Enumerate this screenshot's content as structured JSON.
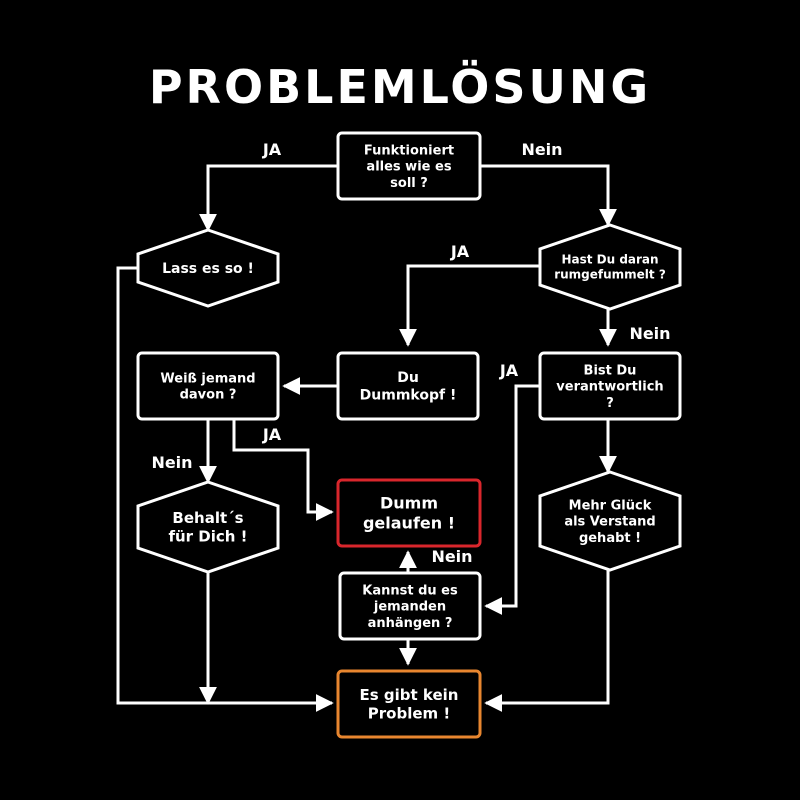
{
  "title": "PROBLEMLÖSUNG",
  "colors": {
    "background": "#000000",
    "stroke": "#ffffff",
    "danger": "#d9262c",
    "result": "#e8862f"
  },
  "nodes": [
    {
      "id": "n1",
      "shape": "rect",
      "lines": [
        "Funktioniert",
        "alles wie es",
        "soll ?"
      ]
    },
    {
      "id": "n2",
      "shape": "hexagon",
      "lines": [
        "Lass es so !"
      ]
    },
    {
      "id": "n3",
      "shape": "hexagon",
      "lines": [
        "Hast Du daran",
        "rumgefummelt ?"
      ]
    },
    {
      "id": "n4",
      "shape": "rect",
      "lines": [
        "Du",
        "Dummkopf !"
      ]
    },
    {
      "id": "n5",
      "shape": "rect",
      "lines": [
        "Weiß jemand",
        "davon ?"
      ]
    },
    {
      "id": "n6",
      "shape": "rect",
      "lines": [
        "Bist Du",
        "verantwortlich",
        "?"
      ]
    },
    {
      "id": "n7",
      "shape": "hexagon",
      "lines": [
        "Behalt´s",
        "für Dich !"
      ]
    },
    {
      "id": "n8",
      "shape": "rect",
      "accent": "danger",
      "lines": [
        "Dumm",
        "gelaufen !"
      ]
    },
    {
      "id": "n9",
      "shape": "hexagon",
      "lines": [
        "Mehr Glück",
        "als Verstand",
        "gehabt !"
      ]
    },
    {
      "id": "n10",
      "shape": "rect",
      "lines": [
        "Kannst du es",
        "jemanden",
        "anhängen ?"
      ]
    },
    {
      "id": "n11",
      "shape": "rect",
      "accent": "result",
      "lines": [
        "Es gibt kein",
        "Problem !"
      ]
    }
  ],
  "edges": [
    {
      "from": "n1",
      "to": "n2",
      "label": "JA"
    },
    {
      "from": "n1",
      "to": "n3",
      "label": "Nein"
    },
    {
      "from": "n3",
      "to": "n4",
      "label": "JA"
    },
    {
      "from": "n3",
      "to": "n6",
      "label": "Nein"
    },
    {
      "from": "n4",
      "to": "n5",
      "label": ""
    },
    {
      "from": "n5",
      "to": "n7",
      "label": "Nein"
    },
    {
      "from": "n5",
      "to": "n8",
      "label": "JA"
    },
    {
      "from": "n6",
      "to": "n9",
      "label": ""
    },
    {
      "from": "n6",
      "to": "n10",
      "label": "JA"
    },
    {
      "from": "n10",
      "to": "n8",
      "label": "Nein"
    },
    {
      "from": "n10",
      "to": "n11",
      "label": ""
    },
    {
      "from": "n2",
      "to": "n11",
      "label": ""
    },
    {
      "from": "n7",
      "to": "n11",
      "label": ""
    },
    {
      "from": "n9",
      "to": "n11",
      "label": ""
    }
  ]
}
